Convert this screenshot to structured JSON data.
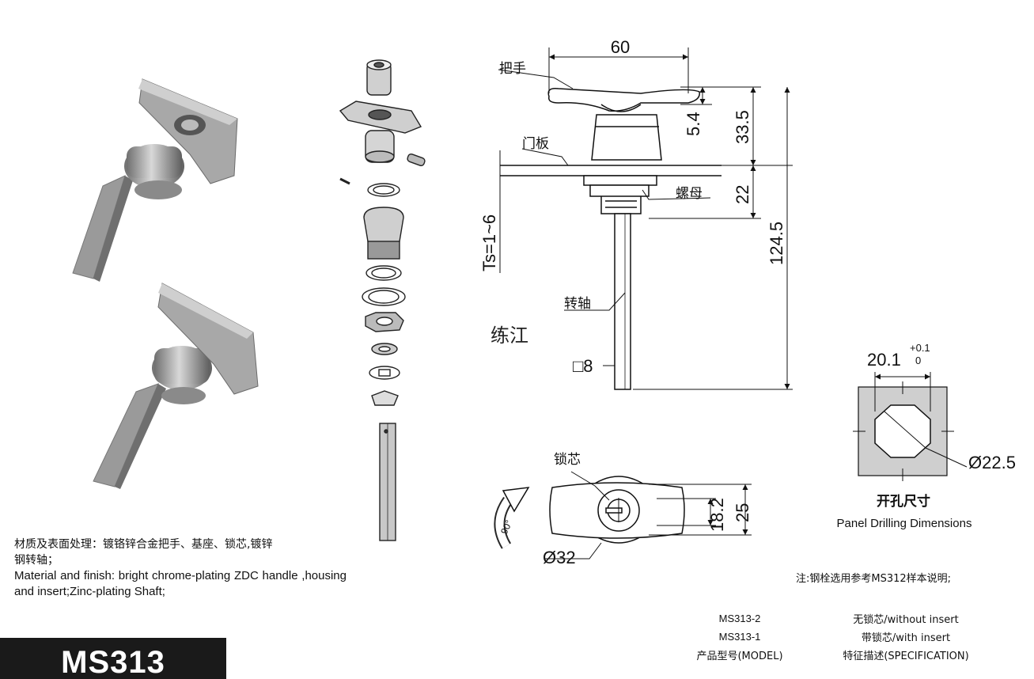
{
  "model": "MS313",
  "watermark": "练江",
  "labels": {
    "handle": "把手",
    "door_panel": "门板",
    "nut": "螺母",
    "shaft": "转轴",
    "lock_core": "锁芯",
    "thickness": "Ts=1~6",
    "rotation": "90°"
  },
  "dimensions": {
    "handle_width": "60",
    "height_33_5": "33.5",
    "height_5_4": "5.4",
    "height_22": "22",
    "height_124_5": "124.5",
    "shaft_square": "□8",
    "handle_diameter": "Ø32",
    "width_18_2": "18.2",
    "width_25": "25",
    "hole_width": "20.1",
    "hole_tol_upper": "+0.1",
    "hole_tol_lower": "0",
    "hole_diameter": "Ø22.5"
  },
  "panel_drilling": {
    "title_cn": "开孔尺寸",
    "title_en": "Panel Drilling Dimensions"
  },
  "note": "注:钢栓选用参考MS312样本说明;",
  "material": {
    "cn_line1": "材质及表面处理：镀铬锌合金把手、基座、锁芯,镀锌",
    "cn_line2": "钢转轴；",
    "en": "Material and finish: bright chrome-plating ZDC handle ,housing and insert;Zinc-plating Shaft;"
  },
  "spec_table": {
    "rows": [
      {
        "model": "MS313-2",
        "spec": "无锁芯/without insert"
      },
      {
        "model": "MS313-1",
        "spec": "带锁芯/with insert"
      },
      {
        "model": "产品型号(MODEL)",
        "spec": "特征描述(SPECIFICATION)"
      }
    ]
  }
}
